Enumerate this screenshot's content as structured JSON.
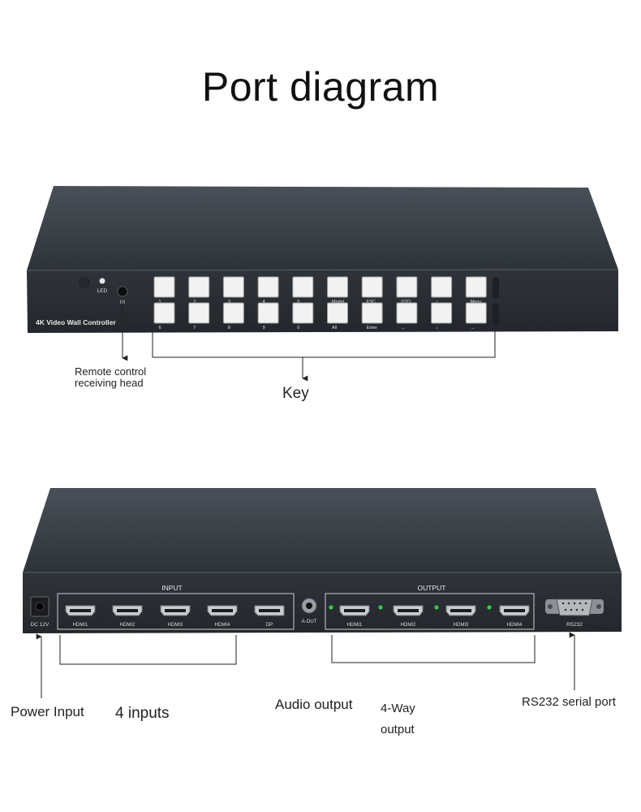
{
  "title": "Port diagram",
  "front_panel": {
    "brand_label": "4K Video Wall Controller",
    "led_label": "LED",
    "ir_label": "IR",
    "keys_top": [
      "1",
      "2",
      "3",
      "4",
      "5",
      "Model",
      "ESC",
      "OTO",
      "↑",
      "Menu"
    ],
    "keys_bottom": [
      "6",
      "7",
      "8",
      "9",
      "0",
      "All",
      "Enter",
      "←",
      "↓",
      "→"
    ]
  },
  "rear_panel": {
    "power_label": "DC 12V",
    "input_header": "INPUT",
    "output_header": "OUTPUT",
    "inputs": [
      "HDMI1",
      "HDMI2",
      "HDMI3",
      "HDMI4",
      "DP"
    ],
    "audio_label": "A-OUT",
    "outputs": [
      "HDMI1",
      "HDMI2",
      "HDMI3",
      "HDMI4"
    ],
    "rs232_label": "RS232"
  },
  "annotations": {
    "remote_line1": "Remote control",
    "remote_line2": "receiving head",
    "key": "Key",
    "power_input": "Power Input",
    "four_inputs": "4 inputs",
    "audio_output": "Audio output",
    "four_way_line1": "4-Way",
    "four_way_line2": "output",
    "rs232_port": "RS232 serial port"
  },
  "colors": {
    "panel_dark": "#2a2e33",
    "panel_top": "#3a3f46",
    "button_white": "#f2f2f2",
    "indicator_green": "#3cc84a",
    "line": "#222222"
  }
}
